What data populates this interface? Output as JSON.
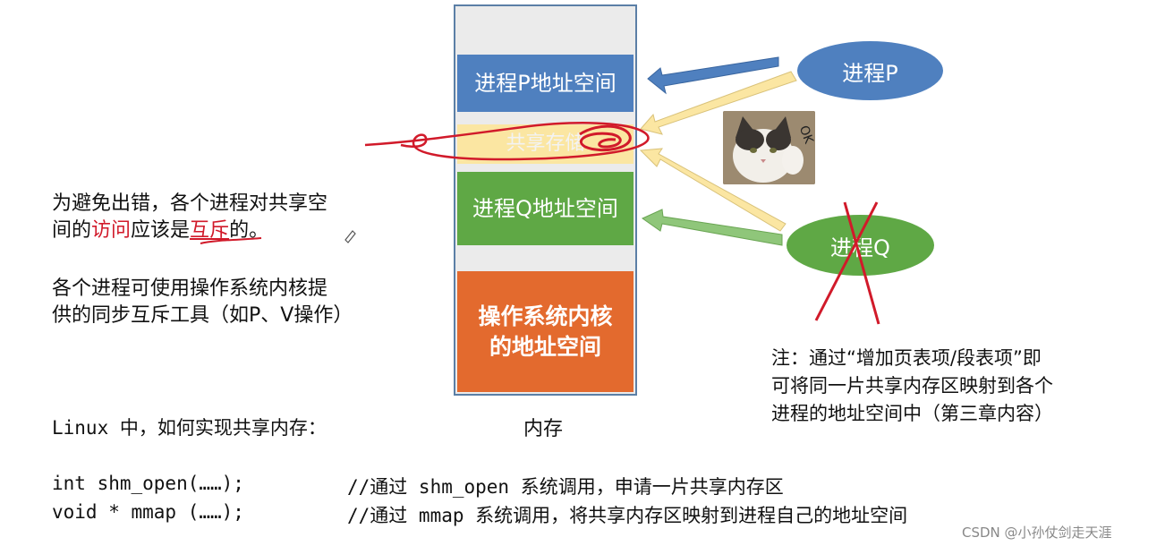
{
  "memory": {
    "segment_p": "进程P地址空间",
    "segment_shared": "共享存储",
    "segment_q": "进程Q地址空间",
    "segment_os_line1": "操作系统内核",
    "segment_os_line2": "的地址空间",
    "caption": "内存"
  },
  "processes": {
    "p_label": "进程P",
    "q_label": "进程Q"
  },
  "left_text": {
    "para1_line1": "为避免出错，各个进程对共享空",
    "para1_line2_a": "间的",
    "para1_line2_b": "访问",
    "para1_line2_c": "应该是",
    "para1_line2_d": "互斥",
    "para1_line2_e": "的。",
    "para2_line1": "各个进程可使用操作系统内核提",
    "para2_line2": "供的同步互斥工具（如P、V操作）"
  },
  "note": {
    "line1": "注：通过“增加页表项/段表项”即",
    "line2": "可将同一片共享内存区映射到各个",
    "line3": "进程的地址空间中（第三章内容）"
  },
  "linux": {
    "question": "Linux 中，如何实现共享内存：",
    "code1": "int shm_open(……);",
    "comment1": "//通过 shm_open 系统调用，申请一片共享内存区",
    "code2": "void * mmap (……);",
    "comment2": "//通过 mmap 系统调用，将共享内存区映射到进程自己的地址空间"
  },
  "image_text": {
    "cat_ok": "OK"
  },
  "watermark": "CSDN @小孙仗剑走天涯",
  "colors": {
    "blue": "#4f80bf",
    "green": "#5fa845",
    "orange": "#e36a2e",
    "yellow": "#fbe6a2",
    "red_annotation": "#d11a2a"
  }
}
